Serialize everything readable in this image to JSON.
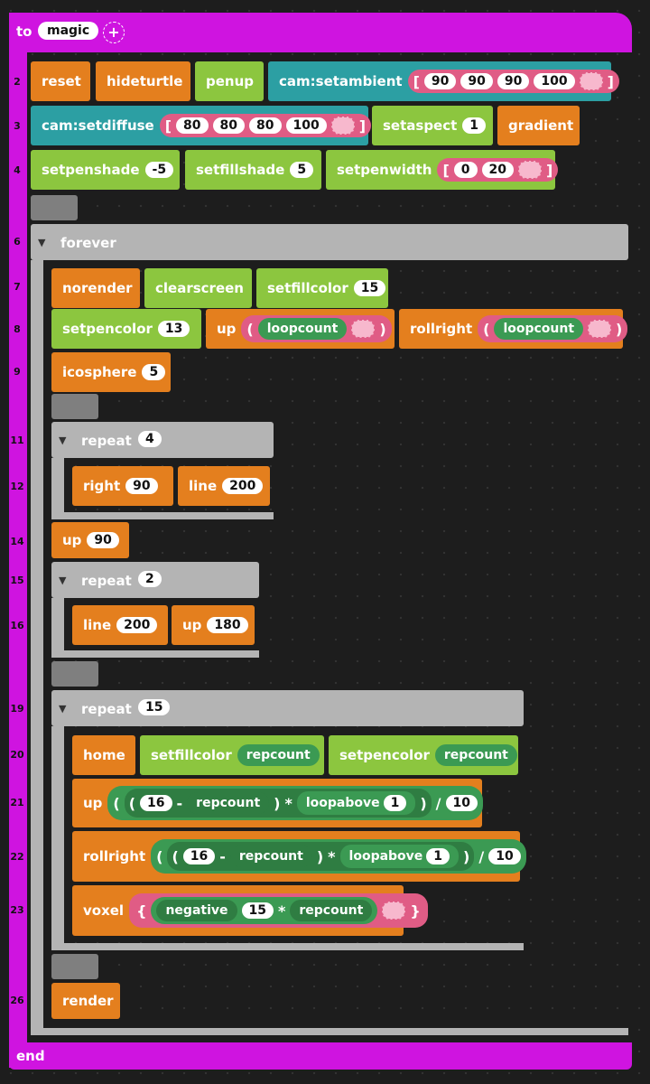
{
  "procedure": {
    "to_label": "to",
    "name": "magic",
    "add_icon": "plus-icon",
    "end_label": "end"
  },
  "line_numbers": [
    "2",
    "3",
    "4",
    "6",
    "7",
    "8",
    "9",
    "11",
    "12",
    "14",
    "15",
    "16",
    "19",
    "20",
    "21",
    "22",
    "23",
    "26"
  ],
  "blocks": {
    "reset": "reset",
    "hideturtle": "hideturtle",
    "penup": "penup",
    "setambient": "cam:setambient",
    "ambient_vals": [
      "90",
      "90",
      "90",
      "100"
    ],
    "setdiffuse": "cam:setdiffuse",
    "diffuse_vals": [
      "80",
      "80",
      "80",
      "100"
    ],
    "setaspect": "setaspect",
    "aspect_val": "1",
    "gradient": "gradient",
    "setpenshade": "setpenshade",
    "penshade_val": "-5",
    "setfillshade": "setfillshade",
    "fillshade_val": "5",
    "setpenwidth": "setpenwidth",
    "penwidth_vals": [
      "0",
      "20"
    ],
    "forever": "forever",
    "norender": "norender",
    "clearscreen": "clearscreen",
    "setfillcolor": "setfillcolor",
    "fillcolor_val": "15",
    "setpencolor": "setpencolor",
    "pencolor_val": "13",
    "up": "up",
    "loopcount": "loopcount",
    "rollright": "rollright",
    "icosphere": "icosphere",
    "icosphere_val": "5",
    "repeat": "repeat",
    "repeat1_val": "4",
    "right": "right",
    "right_val": "90",
    "line": "line",
    "line_val": "200",
    "up_val": "90",
    "repeat2_val": "2",
    "line2_val": "200",
    "up2_val": "180",
    "repeat3_val": "15",
    "home": "home",
    "repcount": "repcount",
    "sixteen": "16",
    "minus": "-",
    "times": "*",
    "loopabove": "loopabove",
    "loopabove_val": "1",
    "div": "/",
    "ten": "10",
    "voxel": "voxel",
    "negative": "negative",
    "fifteen": "15",
    "render": "render"
  },
  "colors": {
    "procedure": "#cf14e0",
    "orange": "#e47f1e",
    "teal": "#2c9fa3",
    "lime": "#8cc63f",
    "green": "#3b9a53",
    "pink": "#e05c85",
    "gray": "#b4b4b4"
  }
}
